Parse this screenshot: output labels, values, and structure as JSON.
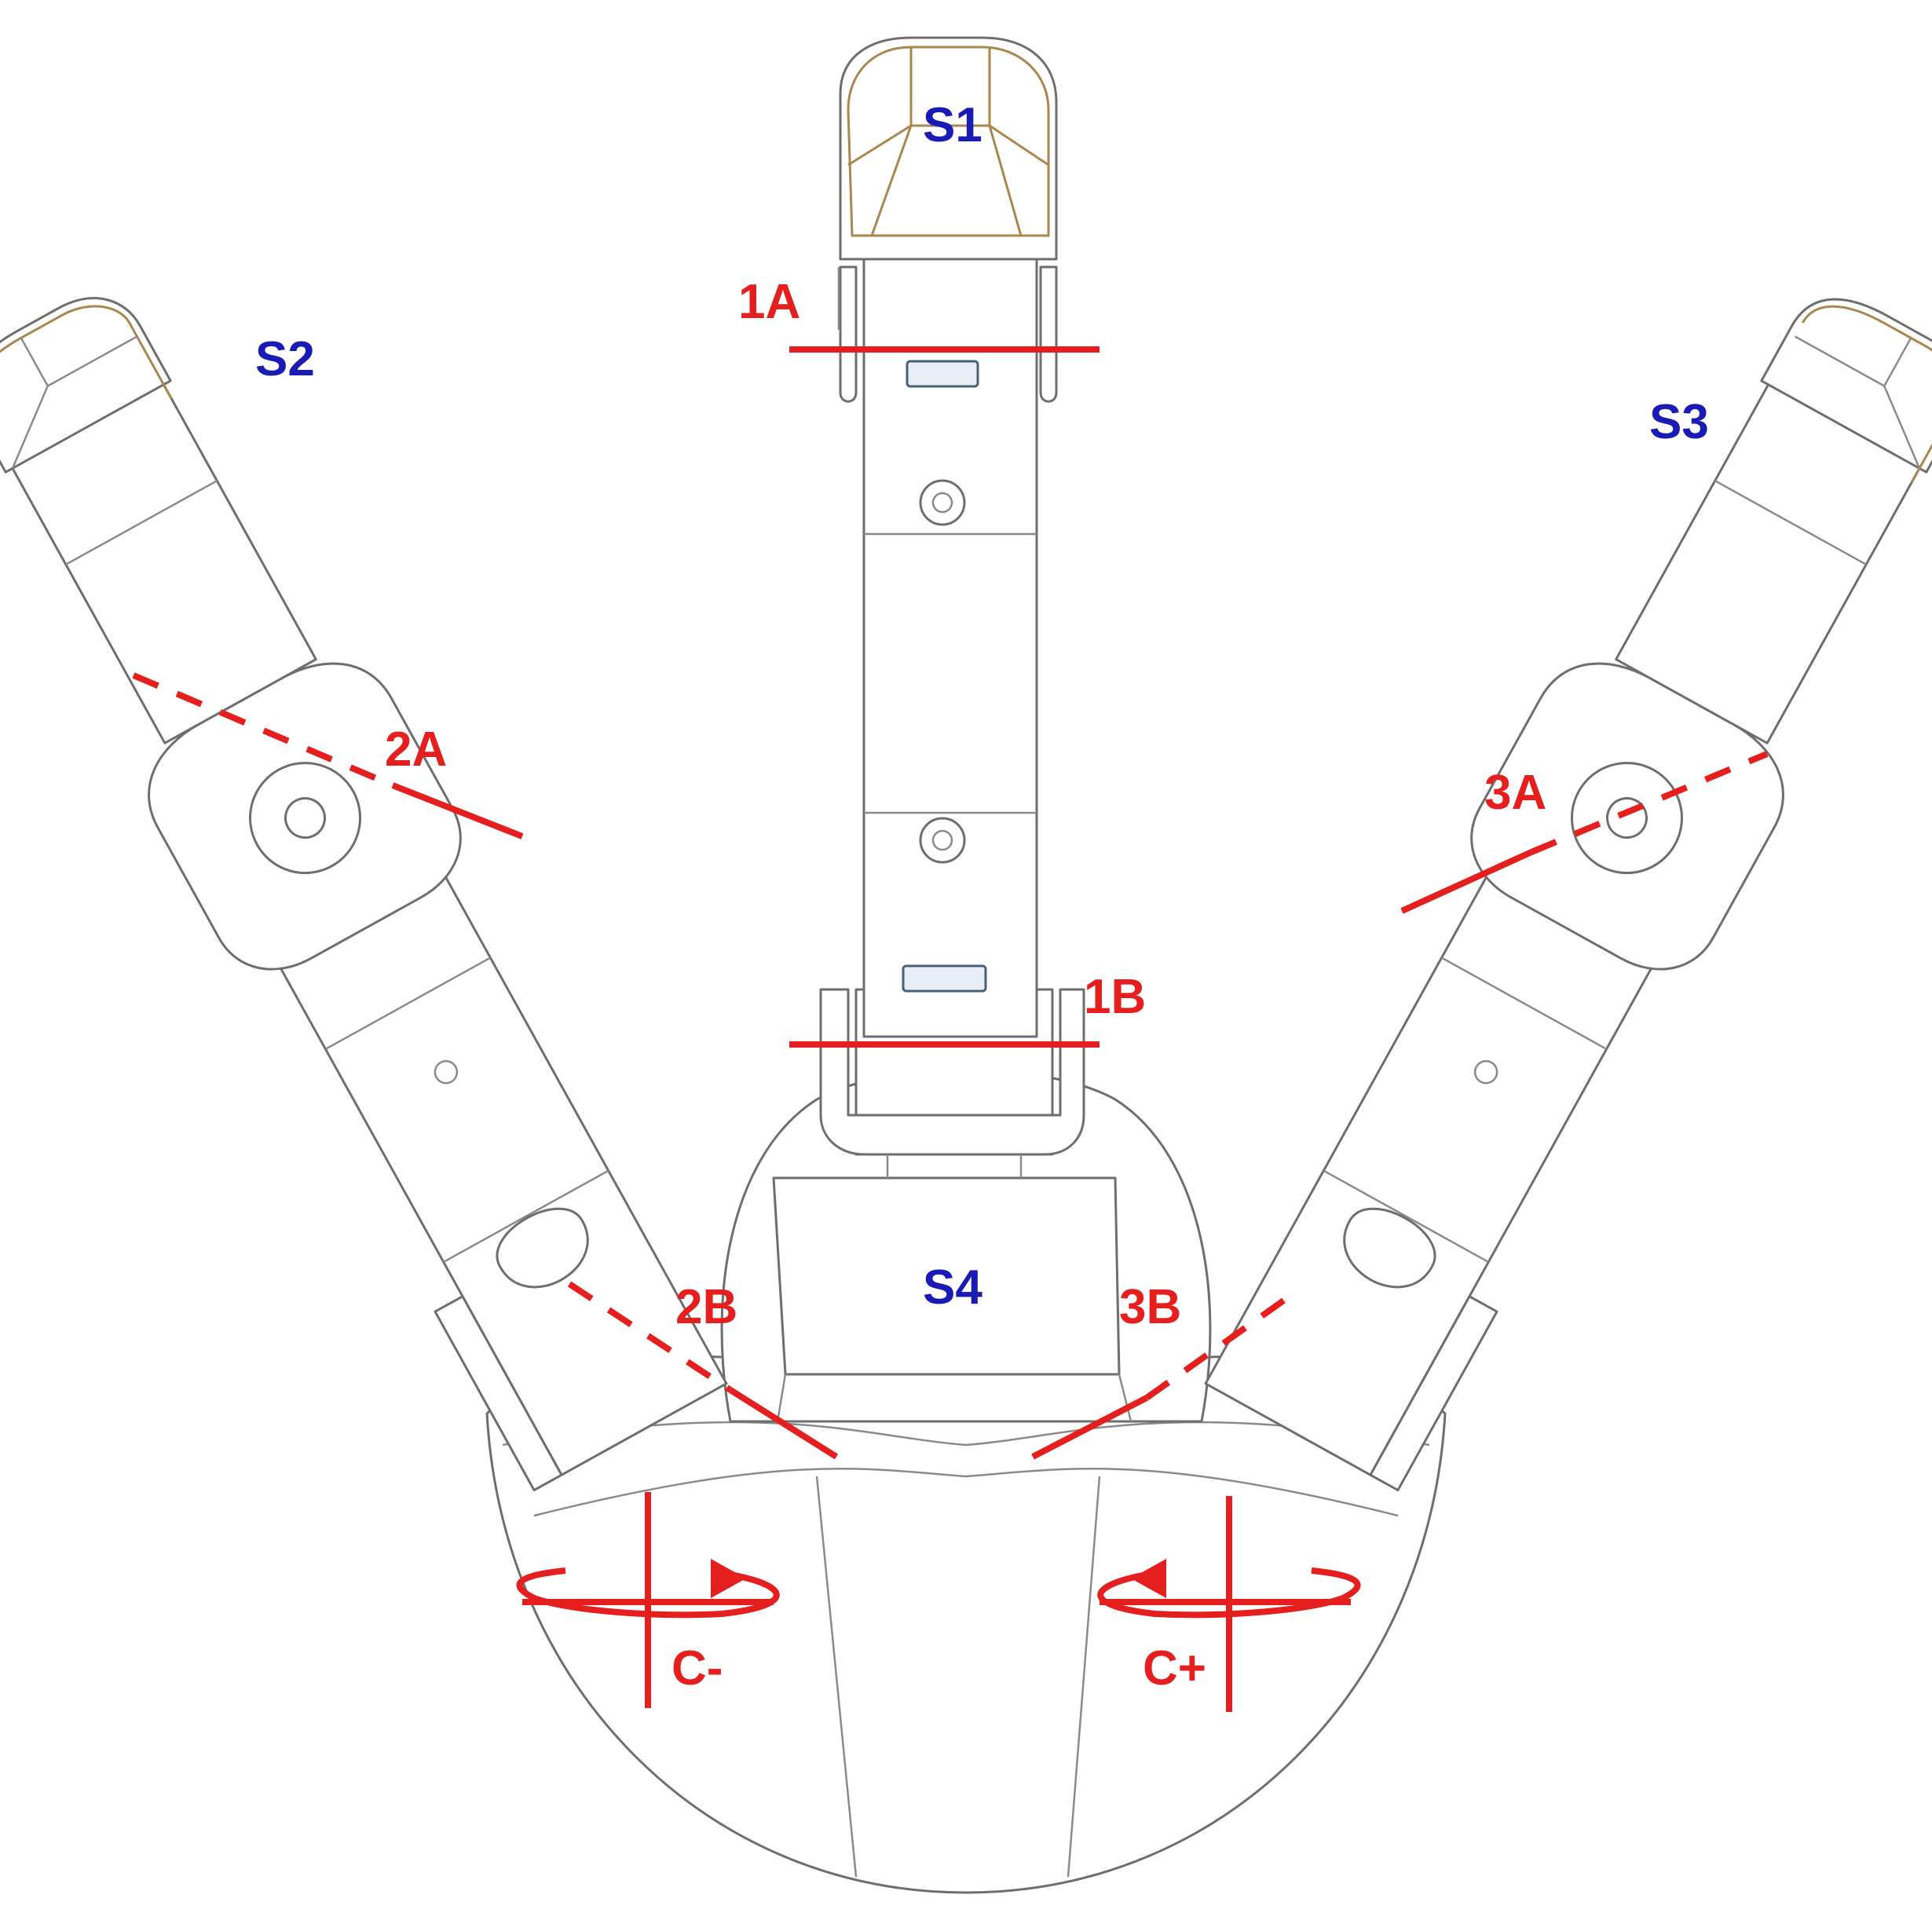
{
  "colors": {
    "sensor": "#1a1ab4",
    "axis": "#e51e1e",
    "outline": "#6e6e6e",
    "pad": "#a9874f"
  },
  "sensors": {
    "s1": "S1",
    "s2": "S2",
    "s3": "S3",
    "s4": "S4"
  },
  "joints": {
    "j1a": "1A",
    "j1b": "1B",
    "j2a": "2A",
    "j2b": "2B",
    "j3a": "3A",
    "j3b": "3B"
  },
  "rotations": {
    "c_minus": "C-",
    "c_plus": "C+"
  }
}
